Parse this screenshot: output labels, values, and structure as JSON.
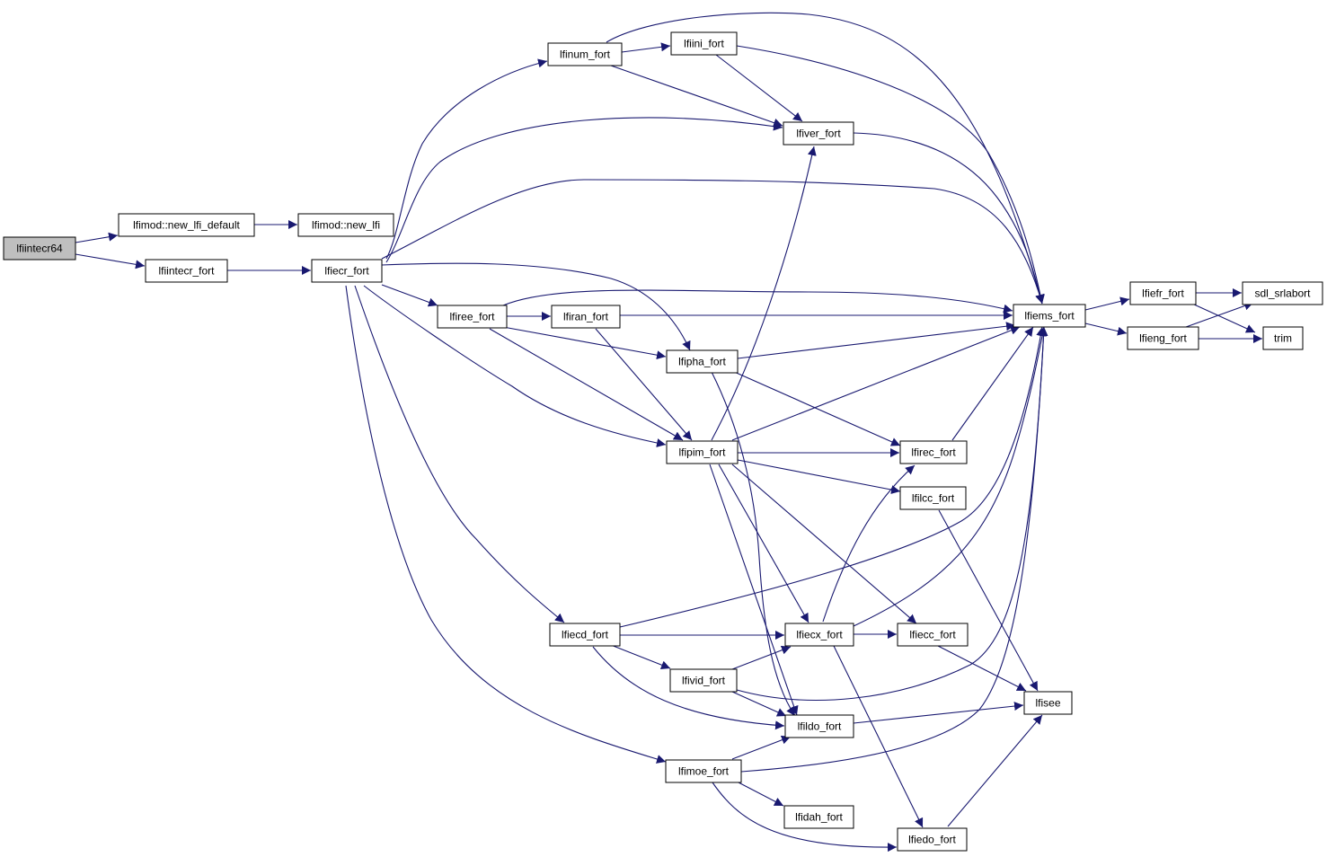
{
  "colors": {
    "edge": "#191970",
    "root_fill": "#bfbfbf",
    "node_fill": "#ffffff",
    "node_border": "#000000"
  },
  "nodes": {
    "lfiintecr64": "lfiintecr64",
    "new_lfi_default": "lfimod::new_lfi_default",
    "new_lfi": "lfimod::new_lfi",
    "lfiintecr_fort": "lfiintecr_fort",
    "lfiecr_fort": "lfiecr_fort",
    "lfinum_fort": "lfinum_fort",
    "lfiini_fort": "lfiini_fort",
    "lfiver_fort": "lfiver_fort",
    "lfiems_fort": "lfiems_fort",
    "lfiefr_fort": "lfiefr_fort",
    "lfieng_fort": "lfieng_fort",
    "sdl_srlabort": "sdl_srlabort",
    "trim": "trim",
    "lfiree_fort": "lfiree_fort",
    "lfiran_fort": "lfiran_fort",
    "lfipha_fort": "lfipha_fort",
    "lfipim_fort": "lfipim_fort",
    "lfirec_fort": "lfirec_fort",
    "lfilcc_fort": "lfilcc_fort",
    "lfiecd_fort": "lfiecd_fort",
    "lfiecx_fort": "lfiecx_fort",
    "lfiecc_fort": "lfiecc_fort",
    "lfivid_fort": "lfivid_fort",
    "lfildo_fort": "lfildo_fort",
    "lfisee": "lfisee",
    "lfimoe_fort": "lfimoe_fort",
    "lfidah_fort": "lfidah_fort",
    "lfiedo_fort": "lfiedo_fort"
  }
}
